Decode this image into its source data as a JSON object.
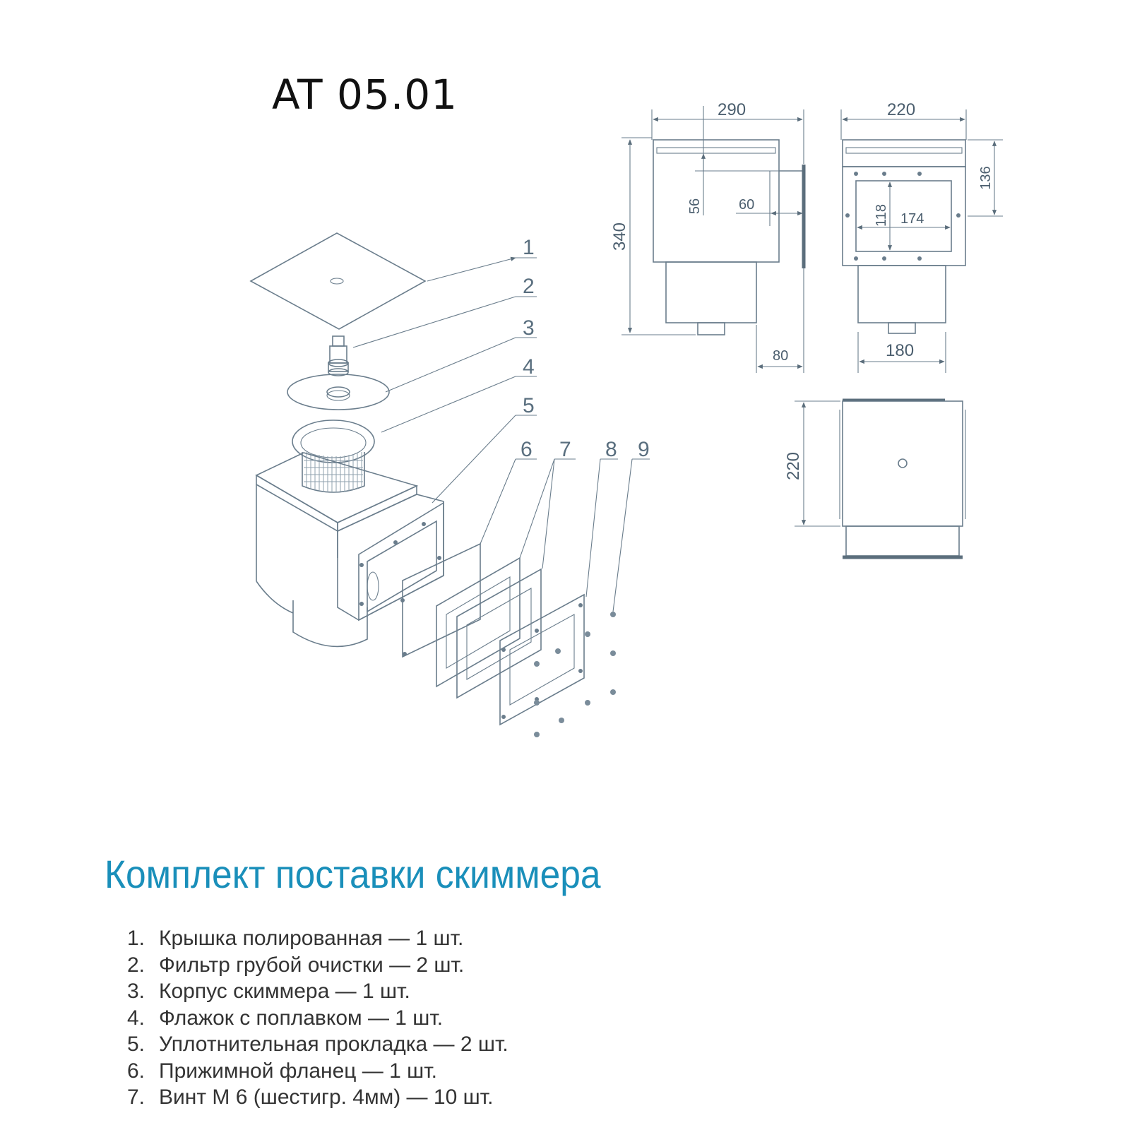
{
  "model": "AT 05.01",
  "callouts": [
    "1",
    "2",
    "3",
    "4",
    "5",
    "6",
    "7",
    "8",
    "9"
  ],
  "dimensions": {
    "width_front": "290",
    "width_side": "220",
    "height_total": "340",
    "offset_56": "56",
    "offset_60": "60",
    "flange_height": "136",
    "opening_height": "118",
    "opening_width": "174",
    "pipe_offset": "80",
    "pipe_width": "180",
    "top_depth": "220"
  },
  "section_title": "Комплект поставки скиммера",
  "kit_items": [
    {
      "num": "1.",
      "text": "Крышка полированная — 1 шт."
    },
    {
      "num": "2.",
      "text": "Фильтр грубой очистки — 2 шт."
    },
    {
      "num": "3.",
      "text": "Корпус скиммера — 1 шт."
    },
    {
      "num": "4.",
      "text": "Флажок с поплавком — 1 шт."
    },
    {
      "num": "5.",
      "text": "Уплотнительная прокладка — 2 шт."
    },
    {
      "num": "6.",
      "text": "Прижимной фланец — 1 шт."
    },
    {
      "num": "7.",
      "text": "Винт М 6 (шестигр. 4мм) — 10 шт."
    }
  ],
  "colors": {
    "title_accent": "#1a8fba",
    "drawing_line": "#6a7d8c"
  }
}
